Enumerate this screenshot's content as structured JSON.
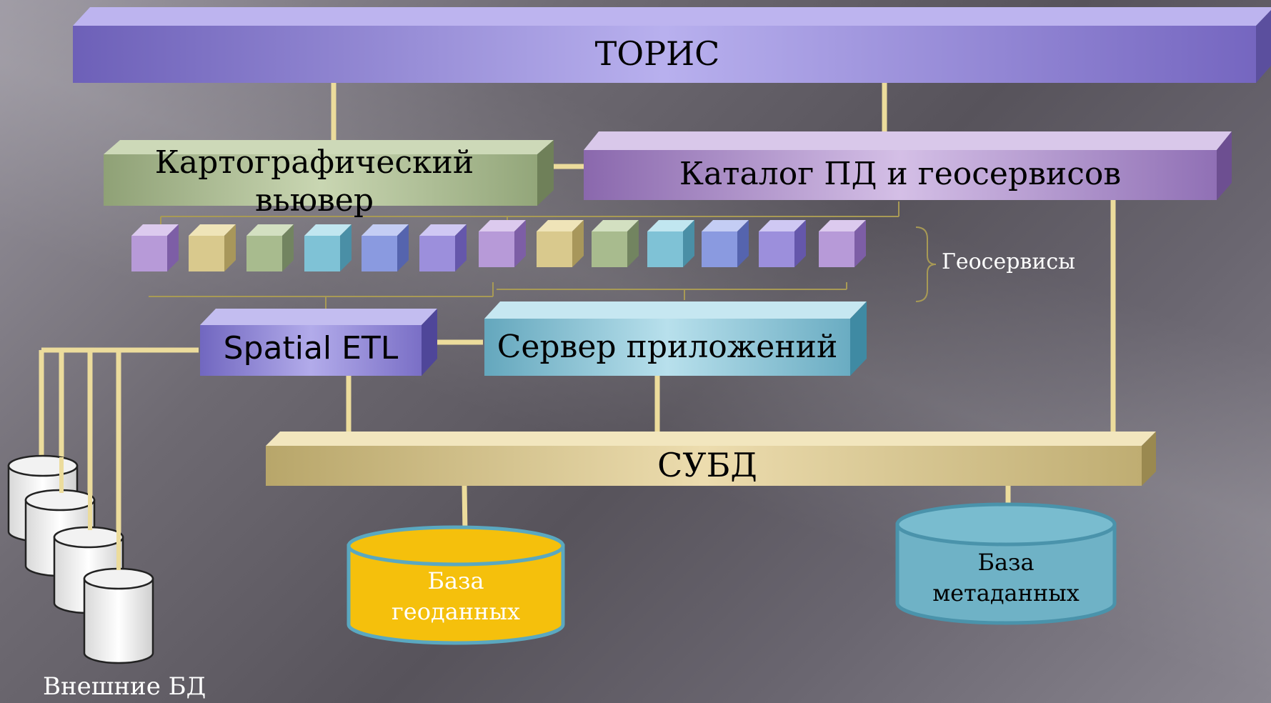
{
  "colors": {
    "toris": "#9b8fdb",
    "viewer": "#a6b88c",
    "catalog": "#a98bc9",
    "etl": "#8f85d6",
    "appserver": "#85c1d4",
    "dbms": "#d8c690",
    "connector": "#e8d89a",
    "geodb": "#f7c20f",
    "metadb": "#6fb3c7"
  },
  "nodes": {
    "toris": "ТОРИС",
    "viewer": "Картографический вьювер",
    "catalog": "Каталог ПД и геосервисов",
    "etl": "Spatial ETL",
    "appserver": "Сервер приложений",
    "dbms": "СУБД",
    "geoservices": "Геосервисы",
    "geodb": "База геоданных",
    "metadb": "База метаданных",
    "external": "Внешние БД"
  },
  "cube_colors": [
    "purple-icon",
    "yellow-icon",
    "green-icon",
    "teal-icon",
    "blue-icon",
    "violet-icon",
    "purple-icon",
    "yellow-icon",
    "green-icon",
    "teal-icon",
    "blue-icon",
    "violet-icon",
    "purple-icon"
  ]
}
